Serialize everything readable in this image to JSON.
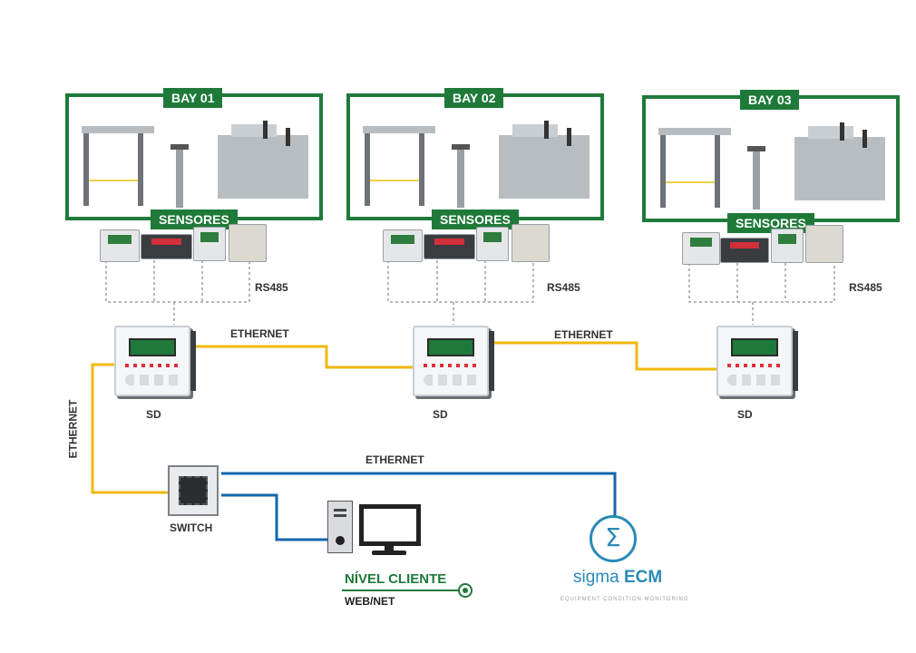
{
  "bays": [
    {
      "label": "BAY 01",
      "sensors_label": "SENSORES",
      "bus_label": "RS485",
      "device_label": "SD"
    },
    {
      "label": "BAY 02",
      "sensors_label": "SENSORES",
      "bus_label": "RS485",
      "device_label": "SD"
    },
    {
      "label": "BAY 03",
      "sensors_label": "SENSORES",
      "bus_label": "RS485",
      "device_label": "SD"
    }
  ],
  "links": {
    "ethernet_1": "ETHERNET",
    "ethernet_2": "ETHERNET",
    "ethernet_vertical": "ETHERNET",
    "ethernet_blue": "ETHERNET"
  },
  "switch": {
    "label": "SWITCH"
  },
  "client": {
    "title": "NÍVEL CLIENTE",
    "subtitle": "WEB/NET"
  },
  "logo": {
    "name_light": "sigma",
    "name_bold": "ECM",
    "tagline": "EQUIPMENT CONDITION MONITORING"
  },
  "colors": {
    "green": "#1f7a3a",
    "ethernet_yellow": "#f1b80b",
    "ethernet_blue": "#1466ad",
    "logo_blue": "#2a8bb5",
    "dashed": "#6f6f6f"
  }
}
